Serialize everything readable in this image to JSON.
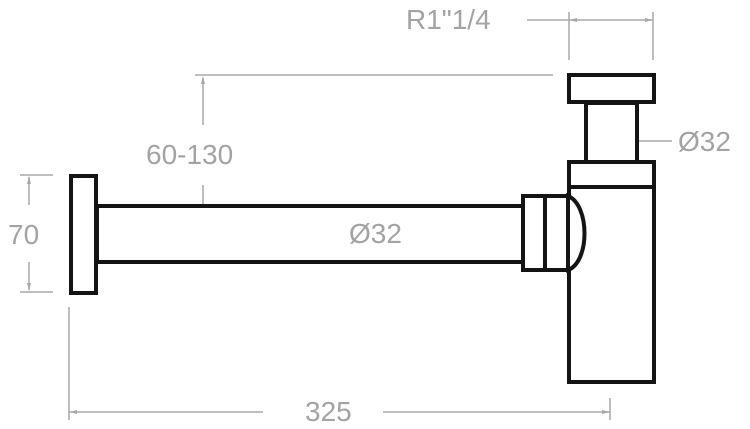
{
  "drawing": {
    "title": "Bottle trap dimensional drawing",
    "colors": {
      "part_outline": "#141414",
      "dimension": "#a8a8a8",
      "background": "#ffffff"
    },
    "labels": {
      "thread": "R1\"1/4",
      "outlet_diameter_vertical": "Ø32",
      "adjust_range": "60-130",
      "pipe_diameter": "Ø32",
      "flange_height": "70",
      "total_length": "325"
    }
  }
}
